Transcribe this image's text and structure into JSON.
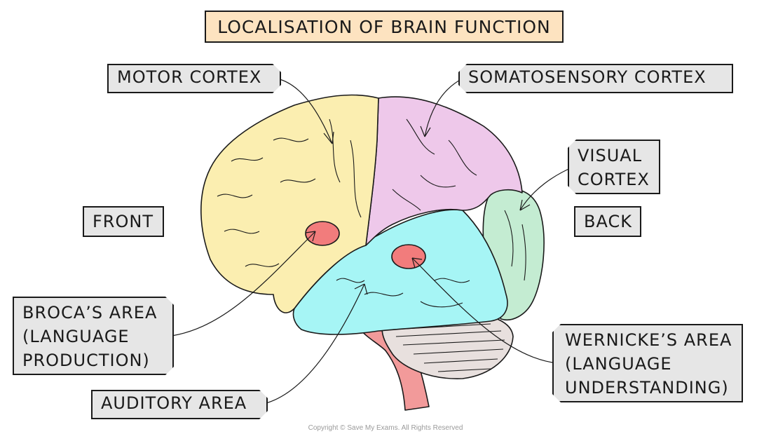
{
  "title": "LOCALISATION OF BRAIN FUNCTION",
  "labels": {
    "motor_cortex": "MOTOR CORTEX",
    "somatosensory_cortex": "SOMATOSENSORY CORTEX",
    "visual_cortex": "VISUAL\nCORTEX",
    "front": "FRONT",
    "back": "BACK",
    "brocas_area": "BROCA’S AREA\n(LANGUAGE\nPRODUCTION)",
    "wernickes_area": "WERNICKE’S AREA\n(LANGUAGE\nUNDERSTANDING)",
    "auditory_area": "AUDITORY AREA"
  },
  "regions": {
    "frontal_lobe": {
      "name": "Motor cortex / frontal lobe",
      "color": "#fbeeb0"
    },
    "parietal_lobe": {
      "name": "Somatosensory cortex / parietal lobe",
      "color": "#eec8ea"
    },
    "temporal_lobe": {
      "name": "Auditory area / temporal lobe",
      "color": "#a6f5f5"
    },
    "occipital_lobe": {
      "name": "Visual cortex / occipital lobe",
      "color": "#c4ecd2"
    },
    "cerebellum": {
      "name": "Cerebellum",
      "color": "#e8e0de"
    },
    "brain_stem": {
      "name": "Brain stem",
      "color": "#f29a9a"
    },
    "brocas_spot": {
      "name": "Broca's area",
      "color": "#f27c7c"
    },
    "wernickes_spot": {
      "name": "Wernicke's area",
      "color": "#f27c7c"
    }
  },
  "title_color": "#fde3c0",
  "label_color": "#e6e6e6",
  "copyright": "Copyright © Save My Exams. All Rights Reserved"
}
